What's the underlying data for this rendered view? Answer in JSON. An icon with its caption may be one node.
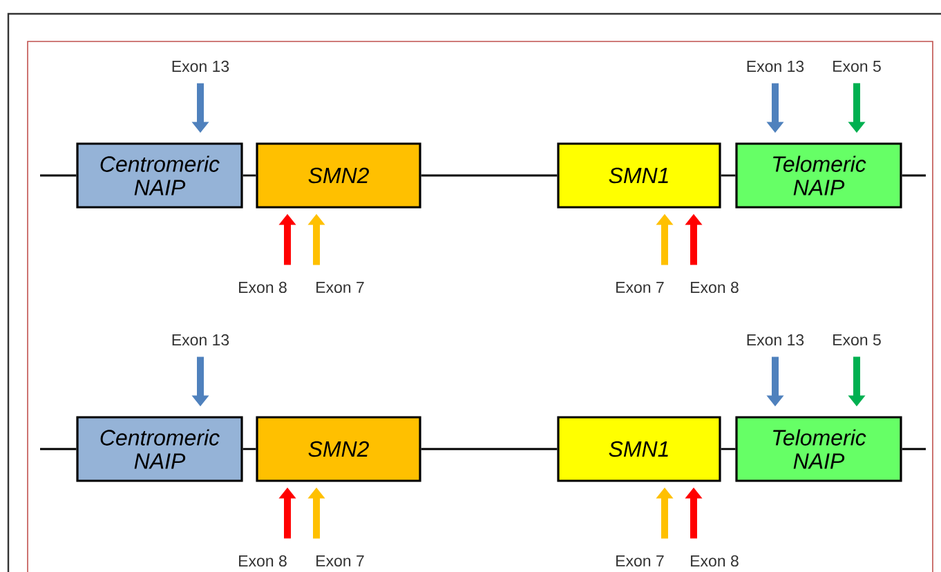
{
  "diagram": {
    "nodes": [
      {
        "text": [
          "Exon 13"
        ]
      },
      {
        "text": [
          "Exon 13"
        ]
      },
      {
        "text": [
          "Exon 5"
        ]
      },
      {
        "text": [
          "Centromeric NAIP"
        ]
      },
      {
        "text": [
          "SMN2"
        ]
      },
      {
        "text": [
          "SMN1"
        ]
      },
      {
        "text": [
          "Telomeric NAIP"
        ]
      },
      {
        "text": [
          "Exon 8"
        ]
      },
      {
        "text": [
          "Exon 7"
        ]
      },
      {
        "text": [
          "Exon 7"
        ]
      },
      {
        "text": [
          "Exon 8"
        ]
      },
      {
        "text": [
          "Exon 13"
        ]
      },
      {
        "text": [
          "Exon 13"
        ]
      },
      {
        "text": [
          "Exon 5"
        ]
      },
      {
        "text": [
          "Centromeric NAIP"
        ]
      },
      {
        "text": [
          "SMN2"
        ]
      },
      {
        "text": [
          "SMN1"
        ]
      },
      {
        "text": [
          "Telomeric NAIP"
        ]
      },
      {
        "text": [
          "Exon 8"
        ]
      },
      {
        "text": [
          "Exon 7"
        ]
      },
      {
        "text": [
          "Exon 7"
        ]
      },
      {
        "text": [
          "Exon 8"
        ]
      }
    ],
    "edges": [
      {
        "from": 0,
        "to": 3,
        "arrow": "to",
        "color": "#4f81bd"
      },
      {
        "from": 1,
        "to": 6,
        "arrow": "to",
        "color": "#4f81bd"
      },
      {
        "from": 2,
        "to": 6,
        "arrow": "to",
        "color": "#00b050"
      },
      {
        "from": 7,
        "to": 4,
        "arrow": "to",
        "color": "#ff0000"
      },
      {
        "from": 8,
        "to": 4,
        "arrow": "to",
        "color": "#ffc000"
      },
      {
        "from": 9,
        "to": 5,
        "arrow": "to",
        "color": "#ffc000"
      },
      {
        "from": 10,
        "to": 5,
        "arrow": "to",
        "color": "#ff0000"
      },
      {
        "from": null,
        "to": 3,
        "arrow": "none"
      },
      {
        "from": 3,
        "to": 4,
        "arrow": "none"
      },
      {
        "from": 4,
        "to": 5,
        "arrow": "none"
      },
      {
        "from": 5,
        "to": 6,
        "arrow": "none"
      },
      {
        "from": 6,
        "to": null,
        "arrow": "none"
      },
      {
        "from": 11,
        "to": 14,
        "arrow": "to",
        "color": "#4f81bd"
      },
      {
        "from": 12,
        "to": 17,
        "arrow": "to",
        "color": "#4f81bd"
      },
      {
        "from": 13,
        "to": 17,
        "arrow": "to",
        "color": "#00b050"
      },
      {
        "from": 18,
        "to": 15,
        "arrow": "to",
        "color": "#ff0000"
      },
      {
        "from": 19,
        "to": 15,
        "arrow": "to",
        "color": "#ffc000"
      },
      {
        "from": 20,
        "to": 16,
        "arrow": "to",
        "color": "#ffc000"
      },
      {
        "from": 21,
        "to": 16,
        "arrow": "to",
        "color": "#ff0000"
      },
      {
        "from": null,
        "to": 14,
        "arrow": "none"
      },
      {
        "from": 14,
        "to": 15,
        "arrow": "none"
      },
      {
        "from": 15,
        "to": 16,
        "arrow": "none"
      },
      {
        "from": 16,
        "to": 17,
        "arrow": "none"
      },
      {
        "from": 17,
        "to": null,
        "arrow": "none"
      }
    ]
  }
}
